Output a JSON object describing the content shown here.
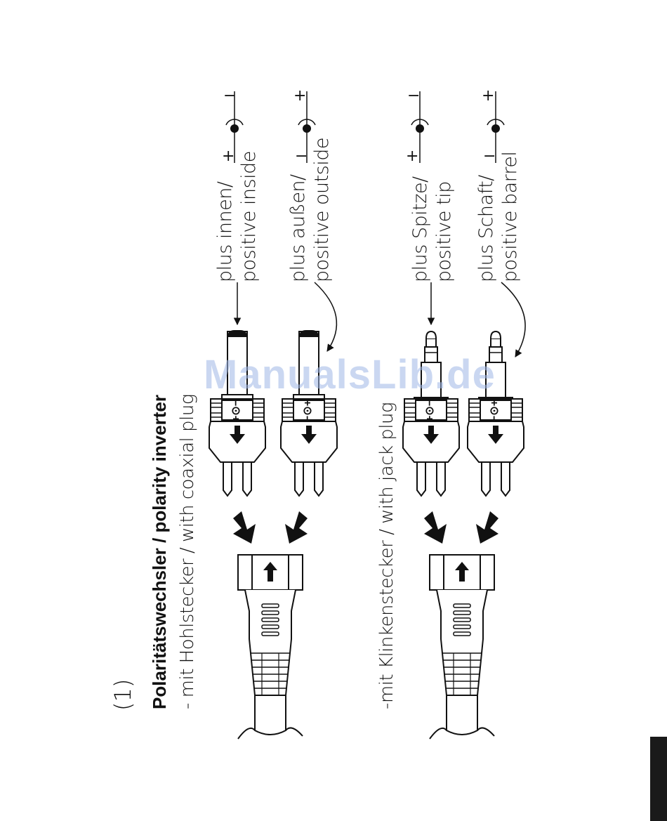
{
  "section_number": "(1)",
  "title": "Polaritätswechsler / polarity inverter",
  "subtitle_coax": "- mit Hohlstecker / with coaxial plug",
  "subtitle_jack": "-mit Klinkenstecker / with jack plug",
  "watermark": "ManualsLib.de",
  "plugs": [
    {
      "line1": "plus innen/",
      "line2": "positive inside",
      "polarity": "+⊙−",
      "top_sign": "−",
      "bottom_sign": "+"
    },
    {
      "line1": "plus außen/",
      "line2": "positive outside",
      "polarity": "−⊙+",
      "top_sign": "+",
      "bottom_sign": "−"
    },
    {
      "line1": "plus Spitze/",
      "line2": "positive tip",
      "polarity": "+⊙−",
      "top_sign": "−",
      "bottom_sign": "+"
    },
    {
      "line1": "plus Schaft/",
      "line2": "positive barrel",
      "polarity": "−⊙+",
      "top_sign": "+",
      "bottom_sign": "−"
    }
  ],
  "colors": {
    "ink": "#111111",
    "watermark": "#9fb8e6",
    "tab": "#1a1a1a"
  }
}
